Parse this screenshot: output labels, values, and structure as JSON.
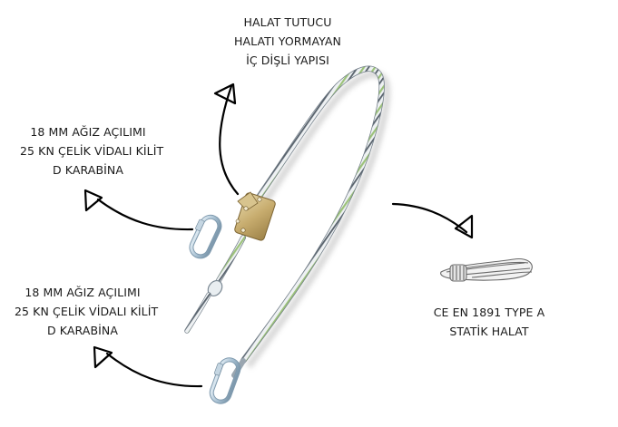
{
  "diagram": {
    "type": "annotated-product-diagram",
    "subject": "rope lanyard with rope adjuster and carabiners",
    "callouts": {
      "rope_grab": {
        "lines": [
          "HALAT TUTUCU",
          "HALATI YORMAYAN",
          "İÇ DİŞLİ YAPISI"
        ]
      },
      "upper_carabiner": {
        "lines": [
          "18 MM AĞIZ AÇILIMI",
          "25 KN ÇELİK VİDALI KİLİT",
          "D KARABİNA"
        ]
      },
      "lower_carabiner": {
        "lines": [
          "18 MM AĞIZ AÇILIMI",
          "25 KN ÇELİK VİDALI KİLİT",
          "D KARABİNA"
        ]
      },
      "rope": {
        "lines": [
          "CE EN 1891 TYPE A",
          "STATİK HALAT"
        ]
      }
    },
    "colors": {
      "background": "#ffffff",
      "text": "#1a1a1a",
      "arrow": "#000000",
      "rope_base": "#e8ecef",
      "rope_stripe_green": "#9cc27a",
      "rope_stripe_dark": "#4a5560",
      "adjuster_brass": "#c9b27a",
      "carabiner_steel": "#a9c2d4"
    }
  }
}
